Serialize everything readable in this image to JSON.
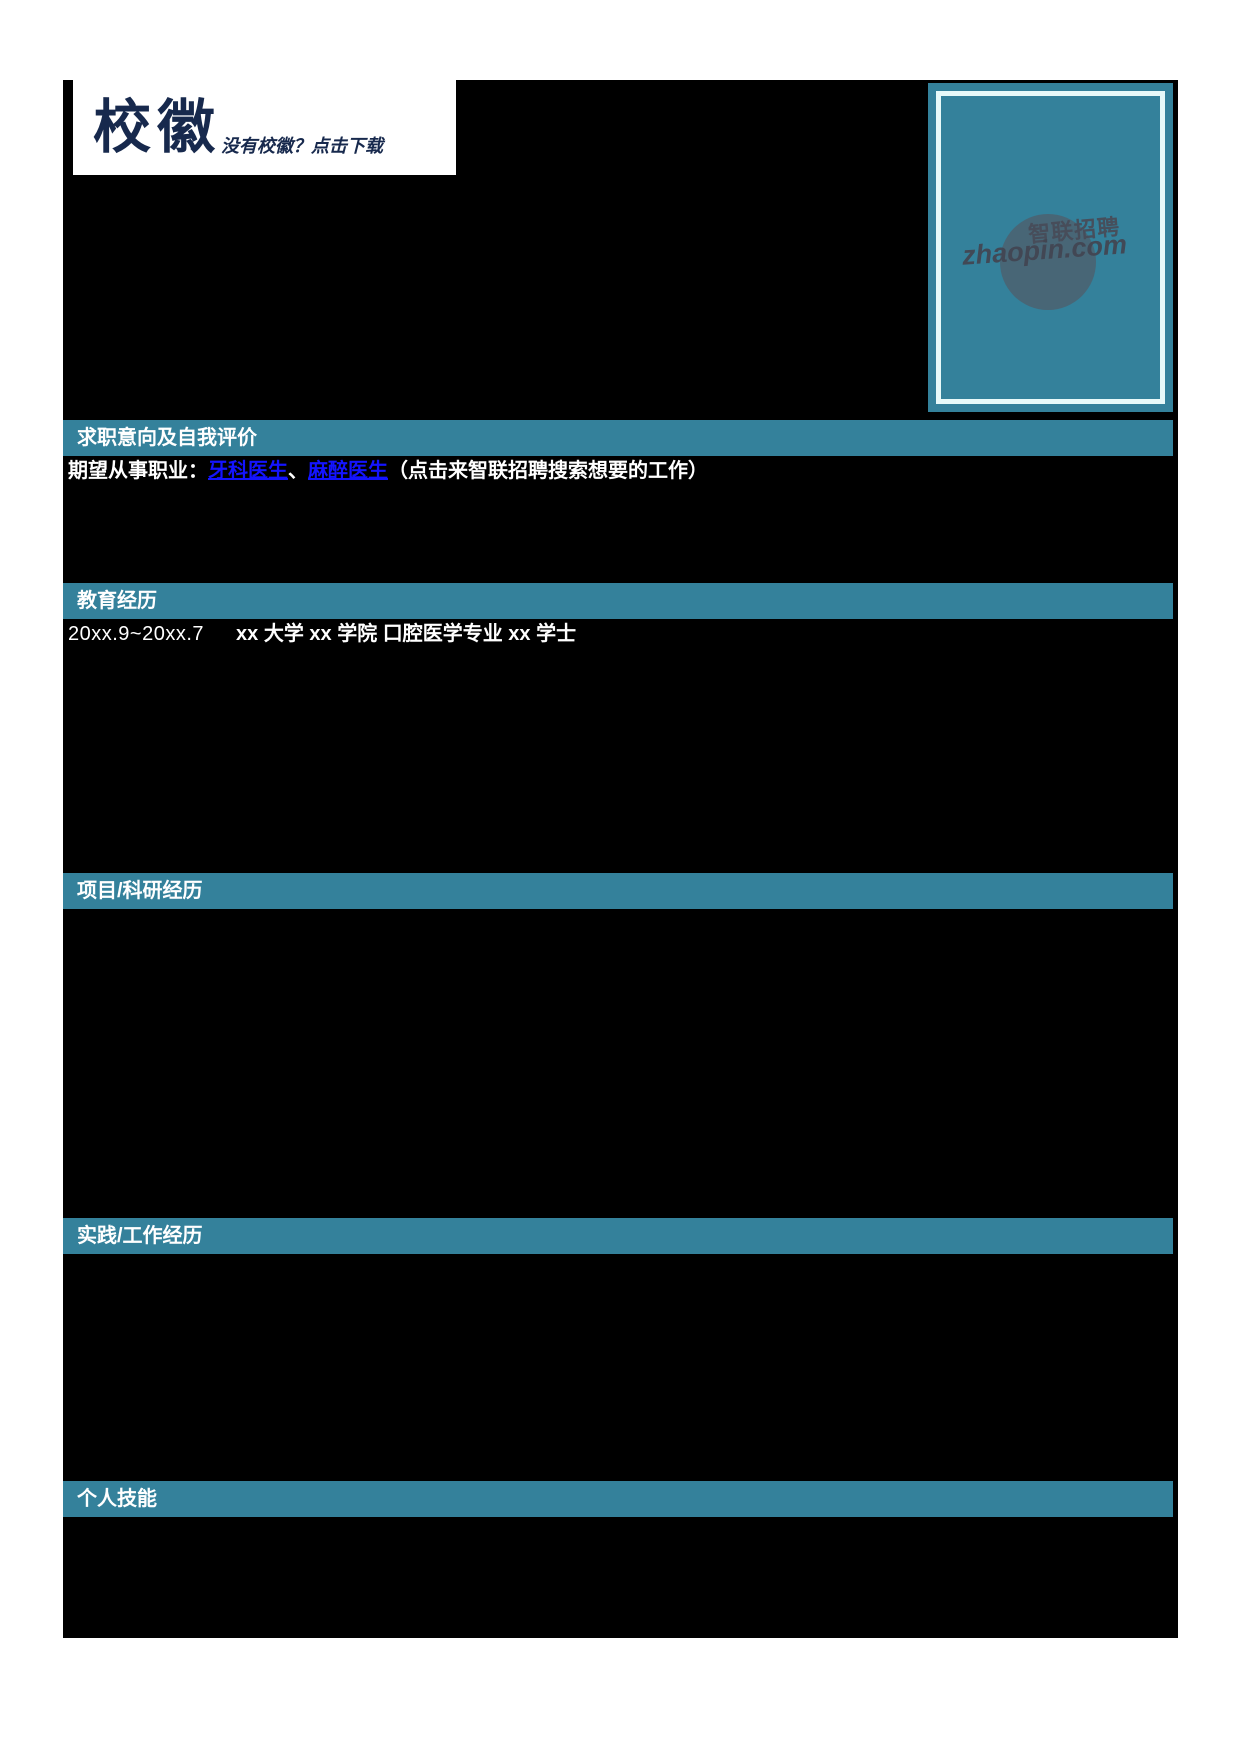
{
  "page": {
    "background": "#ffffff",
    "content_background": "#000000",
    "accent_teal": "#34819b",
    "link_blue": "#1414ff",
    "badge_navy": "#17294d"
  },
  "badge": {
    "title": "校徽",
    "download_hint": "没有校徽？点击下载"
  },
  "photo": {
    "watermark_cn": "智联招聘",
    "watermark_en": "zhaopin.com"
  },
  "sections": [
    {
      "title": "求职意向及自我评价"
    },
    {
      "title": "教育经历"
    },
    {
      "title": "项目/科研经历"
    },
    {
      "title": "实践/工作经历"
    },
    {
      "title": "个人技能"
    }
  ],
  "intention": {
    "label": "期望从事职业：",
    "link1": "牙科医生",
    "separator": "、",
    "link2": "麻醉医生",
    "suffix": "（点击来智联招聘搜索想要的工作）"
  },
  "education": {
    "period": "20xx.9~20xx.7",
    "detail": "xx 大学  xx 学院  口腔医学专业  xx 学士"
  }
}
